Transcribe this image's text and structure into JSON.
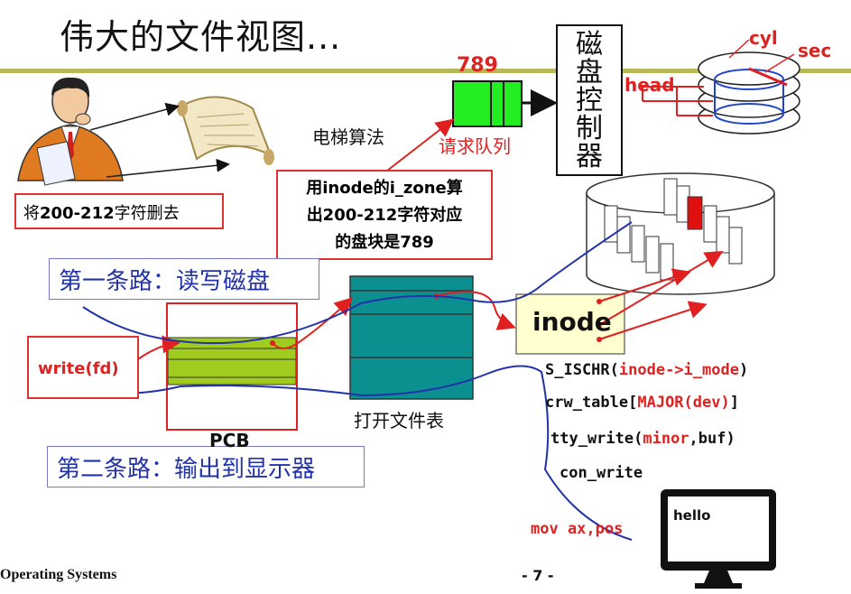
{
  "title": "伟大的文件视图...",
  "footer": {
    "left": "Operating Systems",
    "page": "- 7 -"
  },
  "delete_action": {
    "prefix": "将",
    "range": "200-212",
    "suffix": "字符删去"
  },
  "inode_calc": {
    "line1": "用inode的i_zone算",
    "line2": "出200-212字符对应",
    "line3": "的盘块是789"
  },
  "elevator_label": "电梯算法",
  "request_queue": {
    "label": "请求队列",
    "number": "789"
  },
  "disk_controller": "磁盘控制器",
  "disk_labels": {
    "cyl": "cyl",
    "sec": "sec",
    "head": "head"
  },
  "path1": "第一条路：读写磁盘",
  "path2": "第二条路：输出到显示器",
  "write_call": "write(fd)",
  "pcb_label": "PCB",
  "open_file_table": "打开文件表",
  "inode_label": "inode",
  "code": {
    "line1": {
      "a": "S_ISCHR(",
      "b": "inode->i_mode",
      "c": ")"
    },
    "line2": {
      "a": "crw_table[",
      "b": "MAJOR(dev)",
      "c": "]"
    },
    "line3": {
      "a": "tty_write(",
      "b": "minor",
      "c": ",buf)"
    },
    "line4": "con_write",
    "line5": "mov ax,pos"
  },
  "monitor_text": "hello"
}
